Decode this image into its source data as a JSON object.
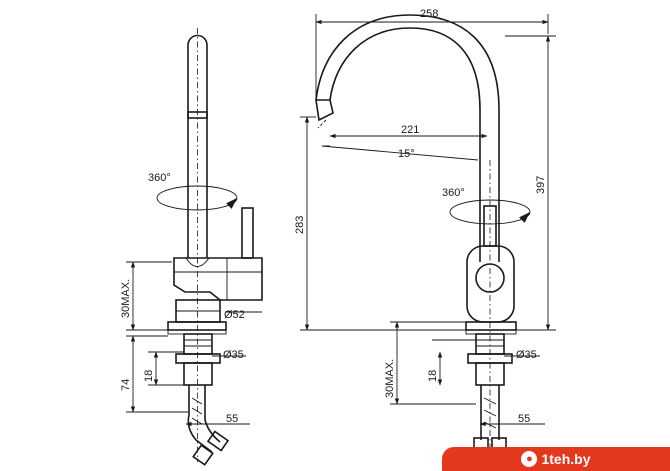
{
  "dimensions": {
    "width_top": "258",
    "reach": "221",
    "angle": "15°",
    "height_total": "397",
    "height_spout": "283",
    "rotation_front": "360°",
    "rotation_side": "360°",
    "counter_max_front": "30MAX.",
    "counter_max_side": "30MAX.",
    "diameter_base": "Ø52",
    "diameter_shank_front": "Ø35",
    "diameter_shank_side": "Ø35",
    "shank_len_front": "18",
    "shank_len_side": "18",
    "hose_len_front": "74",
    "hose_width_front": "55",
    "hose_width_side": "55"
  },
  "watermark": {
    "text": "1teh.by",
    "icon": "circle-logo-icon"
  }
}
